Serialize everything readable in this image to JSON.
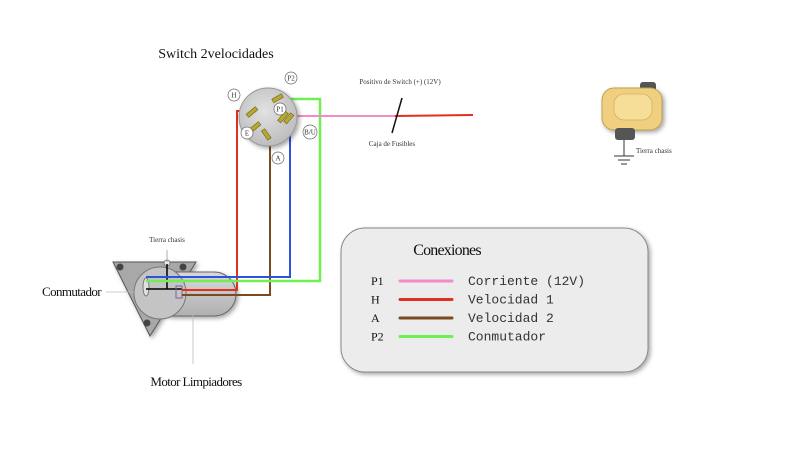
{
  "title": "Switch 2velocidades",
  "labels": {
    "switch_title": "Switch 2velocidades",
    "positivo": "Positivo de Switch (+) (12V)",
    "caja_fusibles": "Caja de Fusibles",
    "tierra_chasis_right": "Tierra chasis",
    "tierra_chasis_motor": "Tierra chasis",
    "conmutador": "Conmutador",
    "motor": "Motor Limpiadores"
  },
  "switch_terminals": [
    {
      "id": "H",
      "label": "H"
    },
    {
      "id": "P2",
      "label": "P2"
    },
    {
      "id": "P1",
      "label": "P1"
    },
    {
      "id": "E",
      "label": "E"
    },
    {
      "id": "BU",
      "label": "B/U"
    },
    {
      "id": "A",
      "label": "A"
    }
  ],
  "wire_colors": {
    "pink": "#f08cc8",
    "red": "#e03020",
    "brown": "#7a4a22",
    "green": "#6ef050",
    "blue": "#3050e0"
  },
  "legend": {
    "title": "Conexiones",
    "items": [
      {
        "code": "P1",
        "color": "#f08cc8",
        "label": "Corriente (12V)"
      },
      {
        "code": "H",
        "color": "#e03020",
        "label": "Velocidad 1"
      },
      {
        "code": "A",
        "color": "#7a4a22",
        "label": "Velocidad 2"
      },
      {
        "code": "P2",
        "color": "#6ef050",
        "label": "Conmutador"
      }
    ]
  }
}
